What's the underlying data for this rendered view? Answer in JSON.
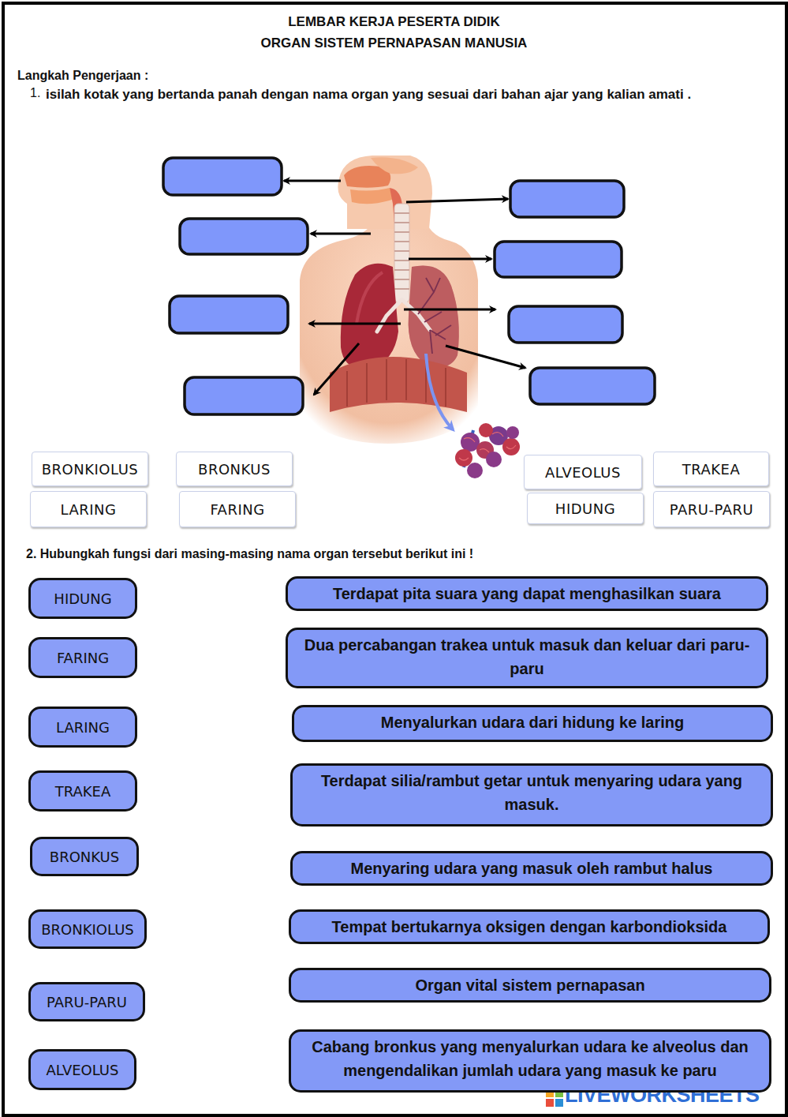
{
  "diagram": {
    "title": "LEMBAR KERJA PESERTA DIDIK",
    "nodes": [
      {
        "text": [
          "BRONKIOLUS"
        ]
      },
      {
        "text": [
          "BRONKUS"
        ]
      },
      {
        "text": [
          "ALVEOLUS"
        ]
      },
      {
        "text": [
          "TRAKEA"
        ]
      },
      {
        "text": [
          "LARING"
        ]
      },
      {
        "text": [
          "FARING"
        ]
      },
      {
        "text": [
          "HIDUNG"
        ]
      },
      {
        "text": [
          "PARU-PARU"
        ]
      },
      {
        "text": [
          "HIDUNG"
        ]
      },
      {
        "text": [
          "Terdapat pita suara yang dapat menghasilkan suara"
        ]
      },
      {
        "text": [
          "FARING"
        ]
      },
      {
        "text": [
          "Dua percabangan trakea untuk masuk dan keluar dari paru-paru"
        ]
      },
      {
        "text": [
          "LARING"
        ]
      },
      {
        "text": [
          "Menyalurkan udara dari hidung ke laring"
        ]
      },
      {
        "text": [
          "TRAKEA"
        ]
      },
      {
        "text": [
          "Terdapat silia/rambut getar untuk menyaring udara yang masuk."
        ]
      },
      {
        "text": [
          "BRONKUS"
        ]
      },
      {
        "text": [
          "Menyaring udara yang masuk oleh rambut halus"
        ]
      },
      {
        "text": [
          "BRONKIOLUS"
        ]
      },
      {
        "text": [
          "Tempat bertukarnya oksigen dengan karbondioksida"
        ]
      },
      {
        "text": [
          "PARU-PARU"
        ]
      },
      {
        "text": [
          "Organ vital sistem pernapasan"
        ]
      },
      {
        "text": [
          "ALVEOLUS"
        ]
      },
      {
        "text": [
          "Cabang bronkus yang menyalurkan udara ke alveolus dan mengendalikan jumlah udara yang masuk ke paru"
        ]
      }
    ],
    "labels": [
      "ORGAN SISTEM PERNAPASAN MANUSIA",
      "Langkah Pengerjaan :",
      "1.",
      "isilah kotak yang bertanda panah dengan nama organ yang sesuai dari bahan ajar yang kalian amati .",
      "2. Hubungkah fungsi dari masing-masing nama organ tersebut berikut ini !",
      "LIVEWORKSHEETS"
    ]
  }
}
